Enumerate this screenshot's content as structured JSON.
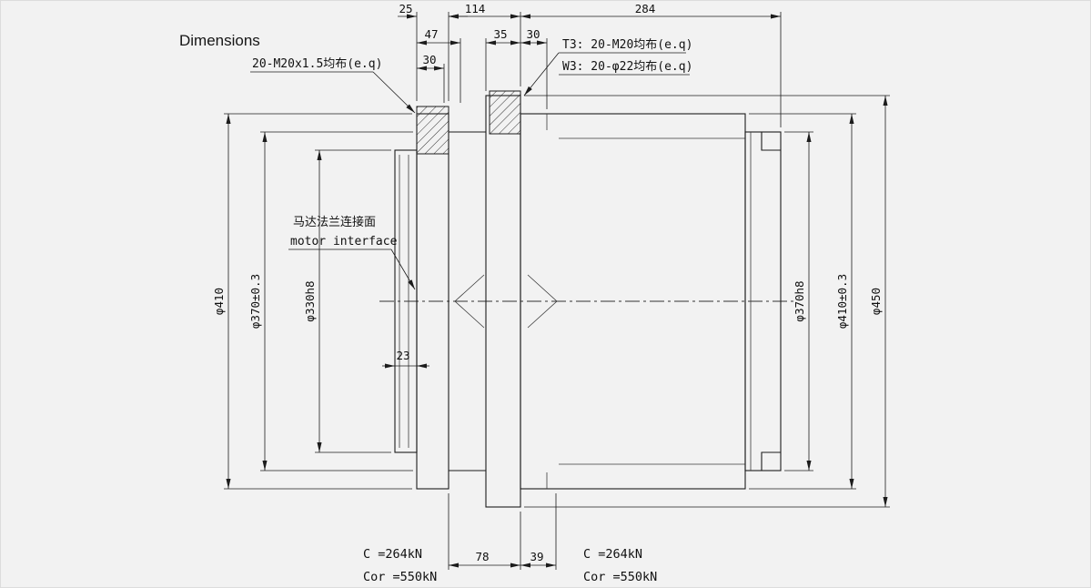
{
  "page": {
    "title": "Dimensions",
    "background": "#f2f2f2",
    "line_color": "#1c1c1c"
  },
  "dims": {
    "top": {
      "d25": "25",
      "d114": "114",
      "d284": "284"
    },
    "mid": {
      "d47": "47",
      "d30_left": "30",
      "d35": "35",
      "d30_right": "30"
    },
    "left": {
      "phi410": "φ410",
      "phi370": "φ370±0.3",
      "phi330": "φ330h8"
    },
    "right": {
      "phi370h8": "φ370h8",
      "phi410": "φ410±0.3",
      "phi450": "φ450"
    },
    "bottom": {
      "d78": "78",
      "d39": "39"
    },
    "inner": {
      "d23": "23"
    }
  },
  "labels": {
    "bolt_left": "20-M20x1.5均布(e.q)",
    "t3": "T3: 20-M20均布(e.q)",
    "w3": "W3: 20-φ22均布(e.q)",
    "motor_cn": "马达法兰连接面",
    "motor_en": "motor interface"
  },
  "loads": {
    "left": {
      "c": "C =264kN",
      "cor": "Cor =550kN"
    },
    "right": {
      "c": "C =264kN",
      "cor": "Cor =550kN"
    }
  }
}
